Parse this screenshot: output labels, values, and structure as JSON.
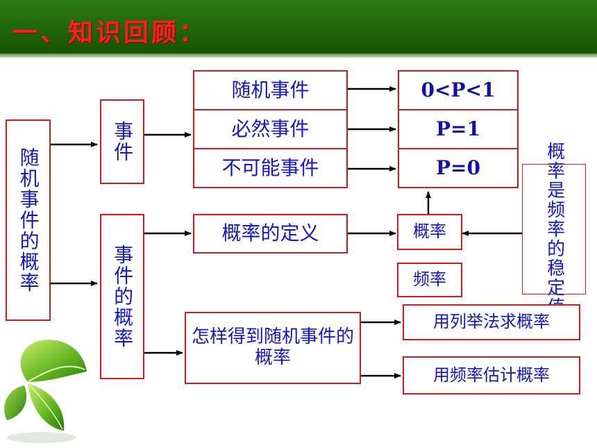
{
  "header": {
    "title": "一、知识回顾："
  },
  "diagram": {
    "root": "随机事件的概率",
    "events": "事件",
    "event_types": [
      "随机事件",
      "必然事件",
      "不可能事件"
    ],
    "probabilities": [
      "0<P<1",
      "P=1",
      "P=0"
    ],
    "event_probability": "事件的概率",
    "definition": "概率的定义",
    "probability": "概率",
    "frequency": "频率",
    "stability": "概率是频率的稳定值",
    "how_to_get": "怎样得到随机事件的概率",
    "method_list": "用列举法求概率",
    "method_freq": "用频率估计概率"
  }
}
